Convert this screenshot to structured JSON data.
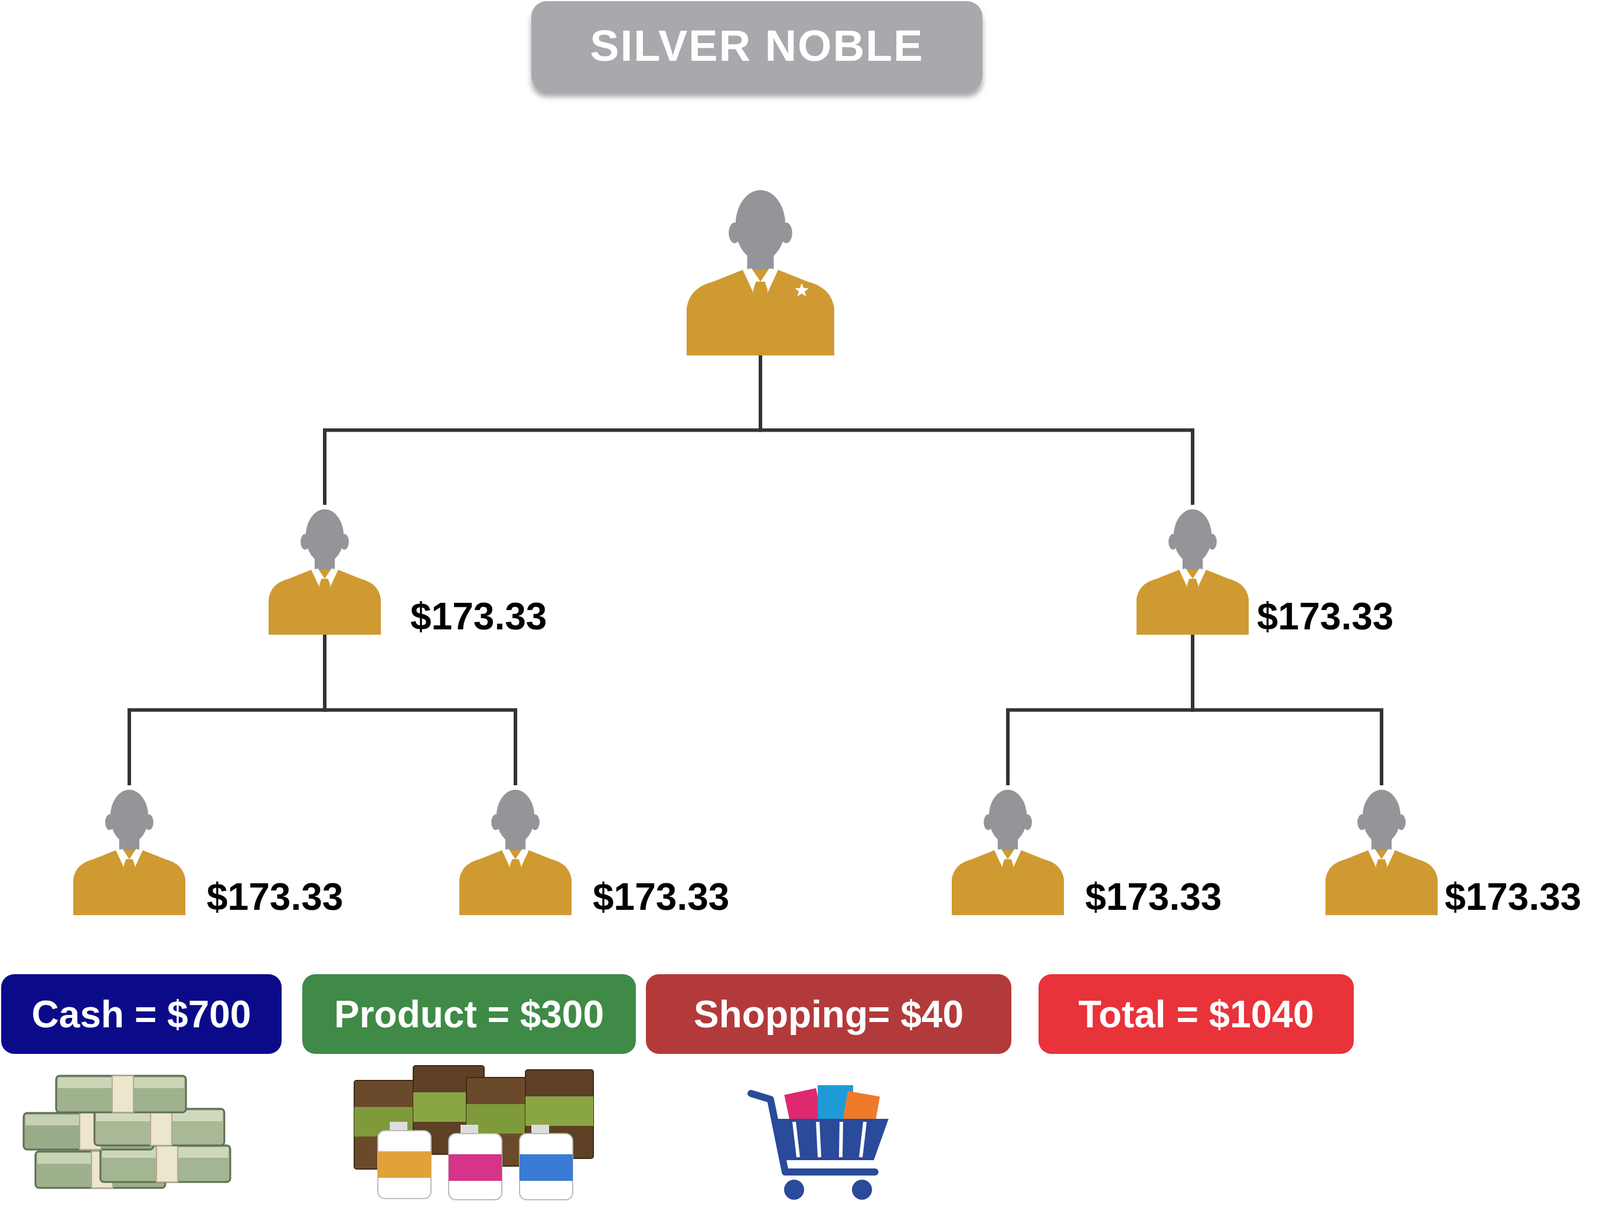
{
  "diagram": {
    "title": "SILVER NOBLE",
    "nodes": [
      {
        "text": []
      },
      {
        "text": [
          "$173.33"
        ]
      },
      {
        "text": [
          "$173.33"
        ]
      },
      {
        "text": [
          "$173.33"
        ]
      },
      {
        "text": [
          "$173.33"
        ]
      },
      {
        "text": [
          "$173.33"
        ]
      },
      {
        "text": [
          "$173.33"
        ]
      },
      {
        "text": [
          "Cash = $700"
        ]
      },
      {
        "text": [
          "Product = $300"
        ]
      },
      {
        "text": [
          "Shopping= $40"
        ]
      },
      {
        "text": [
          "Total = $1040"
        ]
      }
    ],
    "edges": [
      {
        "from": 0,
        "to": 1,
        "arrow": "none"
      },
      {
        "from": 0,
        "to": 2,
        "arrow": "none"
      },
      {
        "from": 1,
        "to": 3,
        "arrow": "none"
      },
      {
        "from": 1,
        "to": 4,
        "arrow": "none"
      },
      {
        "from": 2,
        "to": 5,
        "arrow": "none"
      },
      {
        "from": 2,
        "to": 6,
        "arrow": "none"
      }
    ]
  }
}
